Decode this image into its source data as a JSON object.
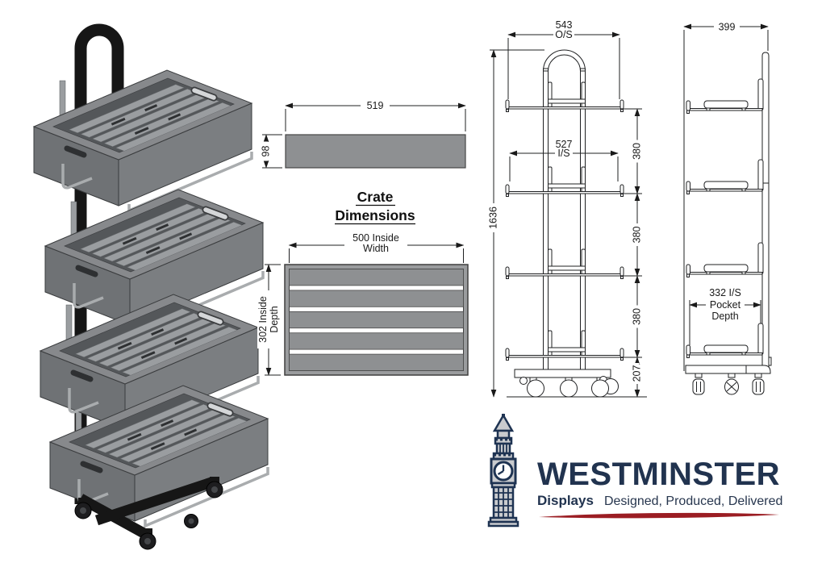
{
  "drawing": {
    "line_color": "#1f2022",
    "crate_fill": "#8e9092",
    "crate_dims": {
      "title_line1": "Crate",
      "title_line2": "Dimensions",
      "side_width": "519",
      "side_height": "98",
      "top_width_line1": "500 Inside",
      "top_width_line2": "Width",
      "top_depth_line1": "302 Inside",
      "top_depth_line2": "Depth"
    },
    "front_elevation": {
      "overall_width": "543",
      "overall_width_suffix": "O/S",
      "inside_width": "527",
      "inside_width_suffix": "I/S",
      "total_height": "1636",
      "shelf_spacing": [
        "380",
        "380",
        "380"
      ],
      "base_height": "207"
    },
    "side_elevation": {
      "overall_depth": "399",
      "pocket_line1": "332 I/S",
      "pocket_line2": "Pocket",
      "pocket_line3": "Depth"
    }
  },
  "logo": {
    "brand": "WESTMINSTER",
    "division": "Displays",
    "tagline": "Designed, Produced, Delivered",
    "brand_color": "#21334f",
    "accent_red": "#9b1d23"
  }
}
